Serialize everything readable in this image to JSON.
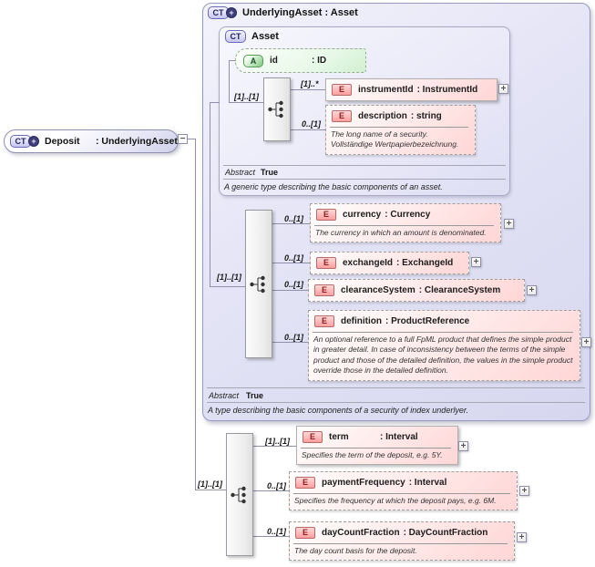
{
  "icons": {
    "ct": "CT",
    "ct_plus": "+",
    "attribute": "A",
    "element": "E",
    "plus": "+",
    "minus": "−"
  },
  "root": {
    "name": "Deposit",
    "type": ": UnderlyingAsset"
  },
  "underlying_asset": {
    "title": "UnderlyingAsset : Asset",
    "abstract_label": "Abstract",
    "abstract_value": "True",
    "annotation": "A type describing the basic components of a security of index underlyer.",
    "sequence_cardinality": "[1]..[1]",
    "asset": {
      "title": "Asset",
      "abstract_label": "Abstract",
      "abstract_value": "True",
      "annotation": "A generic type describing the basic components of an asset.",
      "sequence_cardinality": "[1]..[1]",
      "attribute": {
        "name": "id",
        "type": ": ID"
      },
      "elements": [
        {
          "name": "instrumentId",
          "type": ": InstrumentId",
          "cardinality": "[1]..*"
        },
        {
          "name": "description",
          "type": ": string",
          "cardinality": "0..[1]",
          "annotation": "The long name of a security.\nVollständige Wertpapierbezeichnung."
        }
      ]
    },
    "elements": [
      {
        "name": "currency",
        "type": ": Currency",
        "cardinality": "0..[1]",
        "annotation": "The currency in which an amount is denominated."
      },
      {
        "name": "exchangeId",
        "type": ": ExchangeId",
        "cardinality": "0..[1]"
      },
      {
        "name": "clearanceSystem",
        "type": ": ClearanceSystem",
        "cardinality": "0..[1]"
      },
      {
        "name": "definition",
        "type": ": ProductReference",
        "cardinality": "0..[1]",
        "annotation": "An optional reference to a full FpML product that defines the simple product in greater detail. In case of inconsistency between the terms of the simple product and those of the detailed definition, the values in the simple product override those in the detailed definition."
      }
    ]
  },
  "deposit_sequence": {
    "cardinality": "[1]..[1]",
    "elements": [
      {
        "name": "term",
        "type": ": Interval",
        "cardinality": "[1]..[1]",
        "annotation": "Specifies the term of the deposit, e.g. 5Y."
      },
      {
        "name": "paymentFrequency",
        "type": ": Interval",
        "cardinality": "0..[1]",
        "annotation": "Specifies the frequency at which the deposit pays, e.g. 6M."
      },
      {
        "name": "dayCountFraction",
        "type": ": DayCountFraction",
        "cardinality": "0..[1]",
        "annotation": "The day count basis for the deposit."
      }
    ]
  },
  "colors": {
    "container_fill": "#e4e4f6",
    "element_fill": "#ffd6d6",
    "element_accent": "#b66a6a",
    "attribute_fill": "#d2efd2",
    "complex_type_accent": "#6a6ab8",
    "line": "#9090a8"
  }
}
